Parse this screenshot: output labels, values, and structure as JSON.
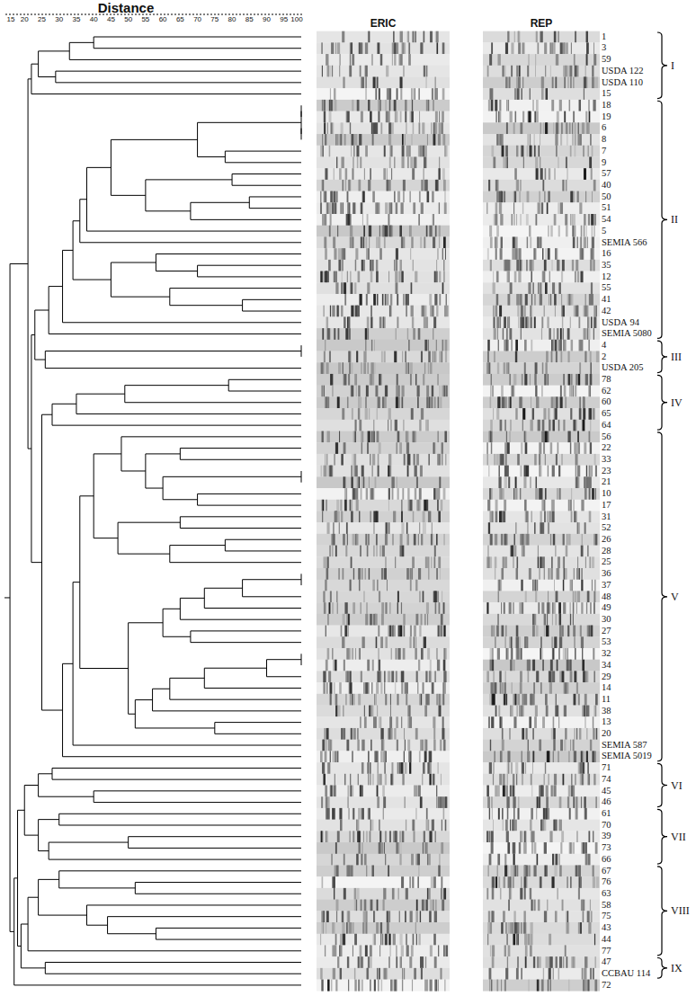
{
  "diagram": {
    "title": "Distance",
    "labels": [
      "15",
      "20",
      "25",
      "30",
      "35",
      "40",
      "45",
      "50",
      "55",
      "60",
      "65",
      "70",
      "75",
      "80",
      "85",
      "90",
      "95",
      "100",
      "ERIC",
      "REP",
      "1",
      "3",
      "59",
      "USDA 122",
      "USDA 110",
      "15",
      "18",
      "19",
      "6",
      "8",
      "7",
      "9",
      "57",
      "40",
      "50",
      "51",
      "54",
      "5",
      "SEMIA 566",
      "16",
      "35",
      "12",
      "55",
      "41",
      "42",
      "USDA",
      "94",
      "SEMIA 5080",
      "4",
      "2",
      "USDA 205",
      "78",
      "62",
      "60",
      "65",
      "64",
      "56",
      "22",
      "33",
      "23",
      "21",
      "10",
      "17",
      "31",
      "52",
      "26",
      "28",
      "25",
      "36",
      "37",
      "48",
      "49",
      "30",
      "27",
      "53",
      "32",
      "34",
      "29",
      "14",
      "11",
      "38",
      "13",
      "20",
      "SEMIA 587",
      "SEMIA 5019",
      "71",
      "74",
      "45",
      "46",
      "61",
      "70",
      "39",
      "73",
      "66",
      "67",
      "76",
      "63",
      "58",
      "75",
      "43",
      "44",
      "77",
      "47",
      "CCBAU 114",
      "72",
      "I",
      "II",
      "III",
      "IV",
      "V",
      "VI",
      "VII",
      "VIII",
      "IX"
    ]
  }
}
